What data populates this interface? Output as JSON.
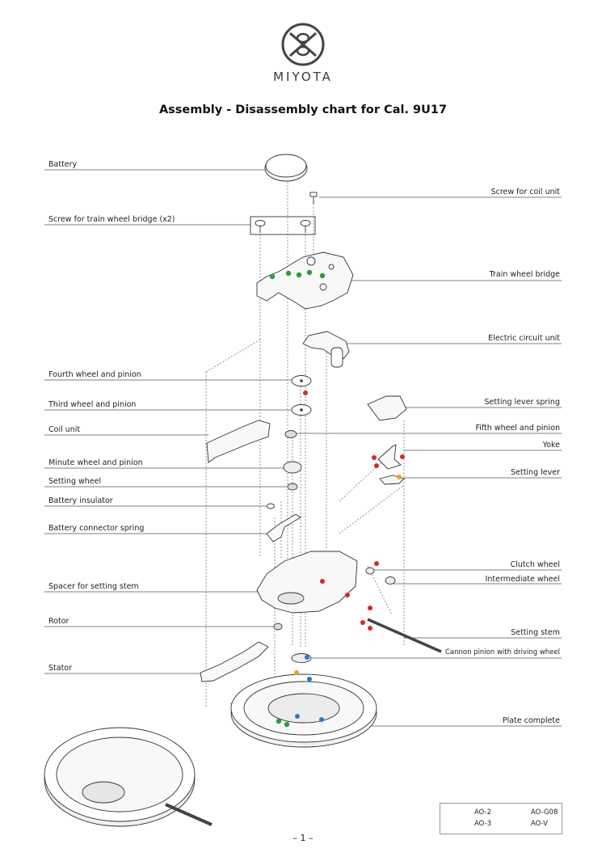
{
  "brand": {
    "name": "MIYOTA"
  },
  "title": "Assembly - Disassembly chart for Cal. 9U17",
  "parts": {
    "battery": "Battery",
    "screw_coil_unit": "Screw for coil unit",
    "screw_train_bridge": "Screw for train wheel bridge (x2)",
    "train_wheel_bridge": "Train wheel bridge",
    "electric_circuit_unit": "Electric circuit unit",
    "fourth_wheel": "Fourth wheel and pinion",
    "third_wheel": "Third wheel and pinion",
    "setting_lever_spring": "Setting lever spring",
    "coil_unit": "Coil unit",
    "fifth_wheel": "Fifth wheel and pinion",
    "yoke": "Yoke",
    "minute_wheel": "Minute wheel and pinion",
    "setting_lever": "Setting lever",
    "setting_wheel": "Setting wheel",
    "battery_insulator": "Battery insulator",
    "battery_connector_spring": "Battery connector spring",
    "clutch_wheel": "Clutch wheel",
    "intermediate_wheel": "Intermediate wheel",
    "spacer_setting_stem": "Spacer for setting stem",
    "rotor": "Rotor",
    "setting_stem": "Setting stem",
    "cannon_pinion": "Cannon pinion with driving wheel",
    "stator": "Stator",
    "plate_complete": "Plate complete"
  },
  "legend": {
    "items": [
      {
        "label": "AO-2",
        "color": "#2e9b3a"
      },
      {
        "label": "AO-G08",
        "color": "#f0a020"
      },
      {
        "label": "AO-3",
        "color": "#2b78c8"
      },
      {
        "label": "AO-V",
        "color": "#d42a2a"
      }
    ]
  },
  "page_number": "– 1 –"
}
